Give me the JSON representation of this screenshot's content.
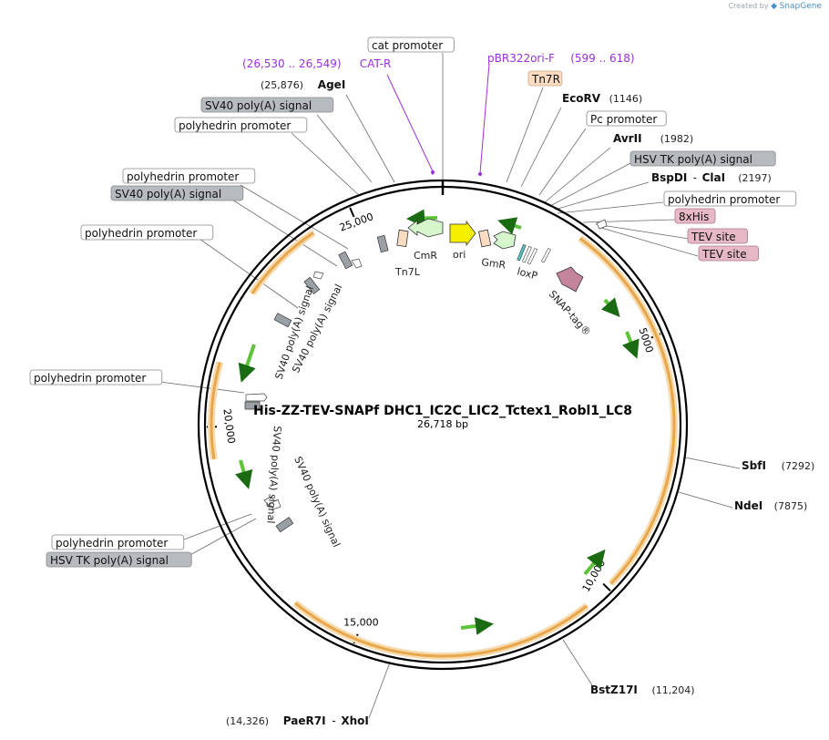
{
  "app": {
    "credit_prefix": "Created by",
    "credit_brand": "SnapGene"
  },
  "map": {
    "name": "His-ZZ-TEV-SNAPf DHC1_IC2C_LIC2_Tctex1_Robl1_LC8",
    "length": "26,718 bp",
    "total_bp": 26718
  },
  "colors": {
    "backbone": "#000000",
    "orf_fill": "#e9a64a",
    "orf_edge": "#f6dcb0",
    "arrow_green": "#5ec33a",
    "primer": "#9b30d9",
    "gray_feature": "#b7bbc0",
    "pink_feature": "#e7b8c6",
    "peach_feature": "#fbdcc0"
  },
  "ticks": [
    {
      "bp": 5000,
      "label": "5000"
    },
    {
      "bp": 10000,
      "label": "10,000"
    },
    {
      "bp": 15000,
      "label": "15,000"
    },
    {
      "bp": 20000,
      "label": "20,000"
    },
    {
      "bp": 25000,
      "label": "25,000"
    }
  ],
  "outer_labels": [
    {
      "id": "cat-promoter",
      "text": "cat promoter",
      "box": "plain"
    },
    {
      "id": "catr",
      "pos": "(26,530 .. 26,549)",
      "text": "CAT-R",
      "box": "primer"
    },
    {
      "id": "pbr",
      "text": "pBR322ori-F",
      "pos": "(599 .. 618)",
      "box": "primer"
    },
    {
      "id": "tn7r",
      "text": "Tn7R",
      "box": "peach"
    },
    {
      "id": "agei",
      "pos": "(25,876)",
      "text": "AgeI",
      "box": "enzyme"
    },
    {
      "id": "ecorv",
      "text": "EcoRV",
      "pos": "(1146)",
      "box": "enzyme"
    },
    {
      "id": "sv40-1",
      "text": "SV40 poly(A) signal",
      "box": "gray"
    },
    {
      "id": "pc",
      "text": "Pc promoter",
      "box": "plain"
    },
    {
      "id": "polh-1",
      "text": "polyhedrin promoter",
      "box": "plain"
    },
    {
      "id": "avrii",
      "text": "AvrII",
      "pos": "(1982)",
      "box": "enzyme"
    },
    {
      "id": "hsvtk-1",
      "text": "HSV TK poly(A) signal",
      "box": "gray"
    },
    {
      "id": "polh-2",
      "text": "polyhedrin promoter",
      "box": "plain"
    },
    {
      "id": "bspdi",
      "text": "BspDI",
      "text2": "ClaI",
      "pos": "(2197)",
      "box": "enzyme2"
    },
    {
      "id": "sv40-2",
      "text": "SV40 poly(A) signal",
      "box": "gray"
    },
    {
      "id": "polh-3",
      "text": "polyhedrin promoter",
      "box": "plain"
    },
    {
      "id": "his8",
      "text": "8xHis",
      "box": "pink"
    },
    {
      "id": "polh-4",
      "text": "polyhedrin promoter",
      "box": "plain"
    },
    {
      "id": "tev-1",
      "text": "TEV site",
      "box": "pink"
    },
    {
      "id": "tev-2",
      "text": "TEV site",
      "box": "pink"
    },
    {
      "id": "polh-5",
      "text": "polyhedrin promoter",
      "box": "plain"
    },
    {
      "id": "sbfi",
      "text": "SbfI",
      "pos": "(7292)",
      "box": "enzyme"
    },
    {
      "id": "ndei",
      "text": "NdeI",
      "pos": "(7875)",
      "box": "enzyme"
    },
    {
      "id": "polh-6",
      "text": "polyhedrin promoter",
      "box": "plain"
    },
    {
      "id": "hsvtk-2",
      "text": "HSV TK poly(A) signal",
      "box": "gray"
    },
    {
      "id": "bstz",
      "text": "BstZ17I",
      "pos": "(11,204)",
      "box": "enzyme"
    },
    {
      "id": "paer7i",
      "pos": "(14,326)",
      "text": "PaeR7I",
      "text2": "XhoI",
      "box": "enzyme2"
    }
  ],
  "inner_labels": [
    {
      "id": "cmr",
      "text": "CmR"
    },
    {
      "id": "ori",
      "text": "ori"
    },
    {
      "id": "gmr",
      "text": "GmR"
    },
    {
      "id": "loxp",
      "text": "loxP"
    },
    {
      "id": "tn7l",
      "text": "Tn7L"
    },
    {
      "id": "snap",
      "text": "SNAP-tag®"
    },
    {
      "id": "sv40-in-1",
      "text": "SV40 poly(A) signal"
    },
    {
      "id": "sv40-in-2",
      "text": "SV40 poly(A) signal"
    },
    {
      "id": "sv40-in-3",
      "text": "SV40 poly(A) signal"
    },
    {
      "id": "sv40-in-4",
      "text": "SV40 poly(A) signal"
    }
  ]
}
